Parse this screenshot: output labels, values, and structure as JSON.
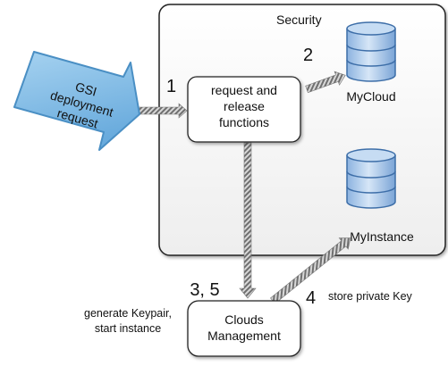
{
  "security_zone": {
    "label": "Security"
  },
  "gsi_request": {
    "lines": [
      "GSI",
      "deployment",
      "request"
    ]
  },
  "request_box": {
    "lines": [
      "request and",
      "release",
      "functions"
    ]
  },
  "clouds_box": {
    "lines": [
      "Clouds",
      "Management"
    ]
  },
  "databases": {
    "mycloud": "MyCloud",
    "myinstance": "MyInstance"
  },
  "steps": {
    "s1": "1",
    "s2": "2",
    "s35": "3, 5",
    "s4": "4"
  },
  "annotations": {
    "generate": [
      "generate Keypair,",
      "start instance"
    ],
    "store": "store private Key"
  },
  "colors": {
    "gsi_arrow_fill": "#7fbbe3",
    "gsi_arrow_stroke": "#4a8fc4",
    "db_fill": "#a9c9ea",
    "db_stroke": "#3d6ea8",
    "hatched_arrow": "#8a8a8a",
    "zone_fill": "#f2f2f2"
  }
}
